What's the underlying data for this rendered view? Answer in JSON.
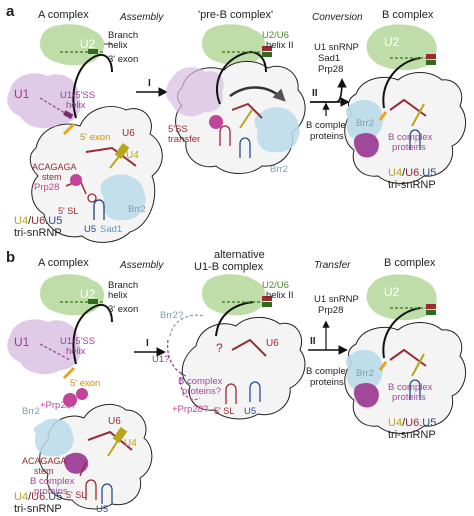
{
  "colors": {
    "u2": "#8cc46a",
    "u1": "#c9a6d6",
    "u4": "#b7a51c",
    "u6": "#9b2a32",
    "u5": "#2a4f8a",
    "brr2": "#a8cfe0",
    "purple": "#a1489a",
    "prp28": "#c2439a",
    "snrnp_body": "#f2f2f2",
    "u1_label": "#9b3e8a",
    "brr2_label": "#7d9fb3",
    "sad1_label": "#5b9ac8",
    "u5_loop": "#2a4f8a",
    "orange": "#e7a51c"
  },
  "panel_a": {
    "letter": "a",
    "col1": {
      "title": "A complex",
      "branch_helix": [
        "Branch",
        "helix"
      ],
      "exon3": "3' exon",
      "u2": "U2",
      "u1": "U1",
      "u1_5ss_helix": [
        "U1-5'SS",
        "helix"
      ],
      "exon5": "5' exon",
      "acagaga": [
        "ACAGAGA",
        "stem"
      ],
      "prp28": "Prp28",
      "u4_u6_u5": [
        "U4",
        "/",
        "U6",
        ".",
        "U5"
      ],
      "tri_snrnp": "tri-snRNP",
      "u6": "U6",
      "u4": "U4",
      "u5": "U5",
      "sl5": "5' SL",
      "brr2": "Brr2",
      "sad1": "Sad1"
    },
    "step1": {
      "label": "Assembly",
      "roman": "I"
    },
    "col2": {
      "title": "'pre-B complex'",
      "u2u6_helix": [
        "U2/U6",
        "helix II"
      ],
      "ss5_transfer": [
        "5'SS",
        "transfer"
      ],
      "brr2": "Brr2"
    },
    "step2": {
      "label": "Conversion",
      "roman": "II",
      "released": [
        "U1 snRNP",
        "Sad1",
        "Prp28"
      ],
      "bound": [
        "B complex",
        "proteins"
      ]
    },
    "col3": {
      "title": "B complex",
      "u2": "U2",
      "brr2": "Brr2",
      "b_proteins": [
        "B complex",
        "proteins"
      ],
      "u4_u6_u5": [
        "U4",
        "/",
        "U6",
        ".",
        "U5"
      ],
      "tri_snrnp": "tri-snRNP"
    }
  },
  "panel_b": {
    "letter": "b",
    "col1": {
      "title": "A complex",
      "branch_helix": [
        "Branch",
        "helix"
      ],
      "exon3": "3' exon",
      "u2": "U2",
      "u1": "U1",
      "u1_5ss_helix": [
        "U1-5'SS",
        "helix"
      ],
      "exon5": "5' exon",
      "prp28q": "+Prp28?",
      "brr2": "Brr2",
      "acagaga": [
        "ACAGAGA",
        "stem"
      ],
      "b_proteins": [
        "B complex",
        "proteins"
      ],
      "u6": "U6",
      "u4": "U4",
      "u5": "U5",
      "sl5": "5' SL",
      "u4_u6_u5": [
        "U4",
        "/",
        "U6",
        ".",
        "U5"
      ],
      "tri_snrnp": "tri-snRNP"
    },
    "step1": {
      "label": "Assembly",
      "roman": "I"
    },
    "col2": {
      "title": [
        "alternative",
        "U1-B complex"
      ],
      "u2u6_helix": [
        "U2/U6",
        "helix II"
      ],
      "brr2q": "Brr2?",
      "u1q": "U1?",
      "qmark": "?",
      "b_proteins_q": [
        "B complex",
        "proteins?"
      ],
      "prp28q": "+Prp28?",
      "sl5": "5' SL",
      "u5": "U5",
      "u6": "U6"
    },
    "step2": {
      "label": "Transfer",
      "roman": "II",
      "released": [
        "U1 snRNP",
        "Prp28"
      ],
      "bound": [
        "B complex",
        "proteins"
      ]
    },
    "col3": {
      "title": "B complex",
      "u2": "U2",
      "brr2": "Brr2",
      "b_proteins": [
        "B complex",
        "proteins"
      ],
      "u4_u6_u5": [
        "U4",
        "/",
        "U6",
        ".",
        "U5"
      ],
      "tri_snrnp": "tri-snRNP"
    }
  }
}
